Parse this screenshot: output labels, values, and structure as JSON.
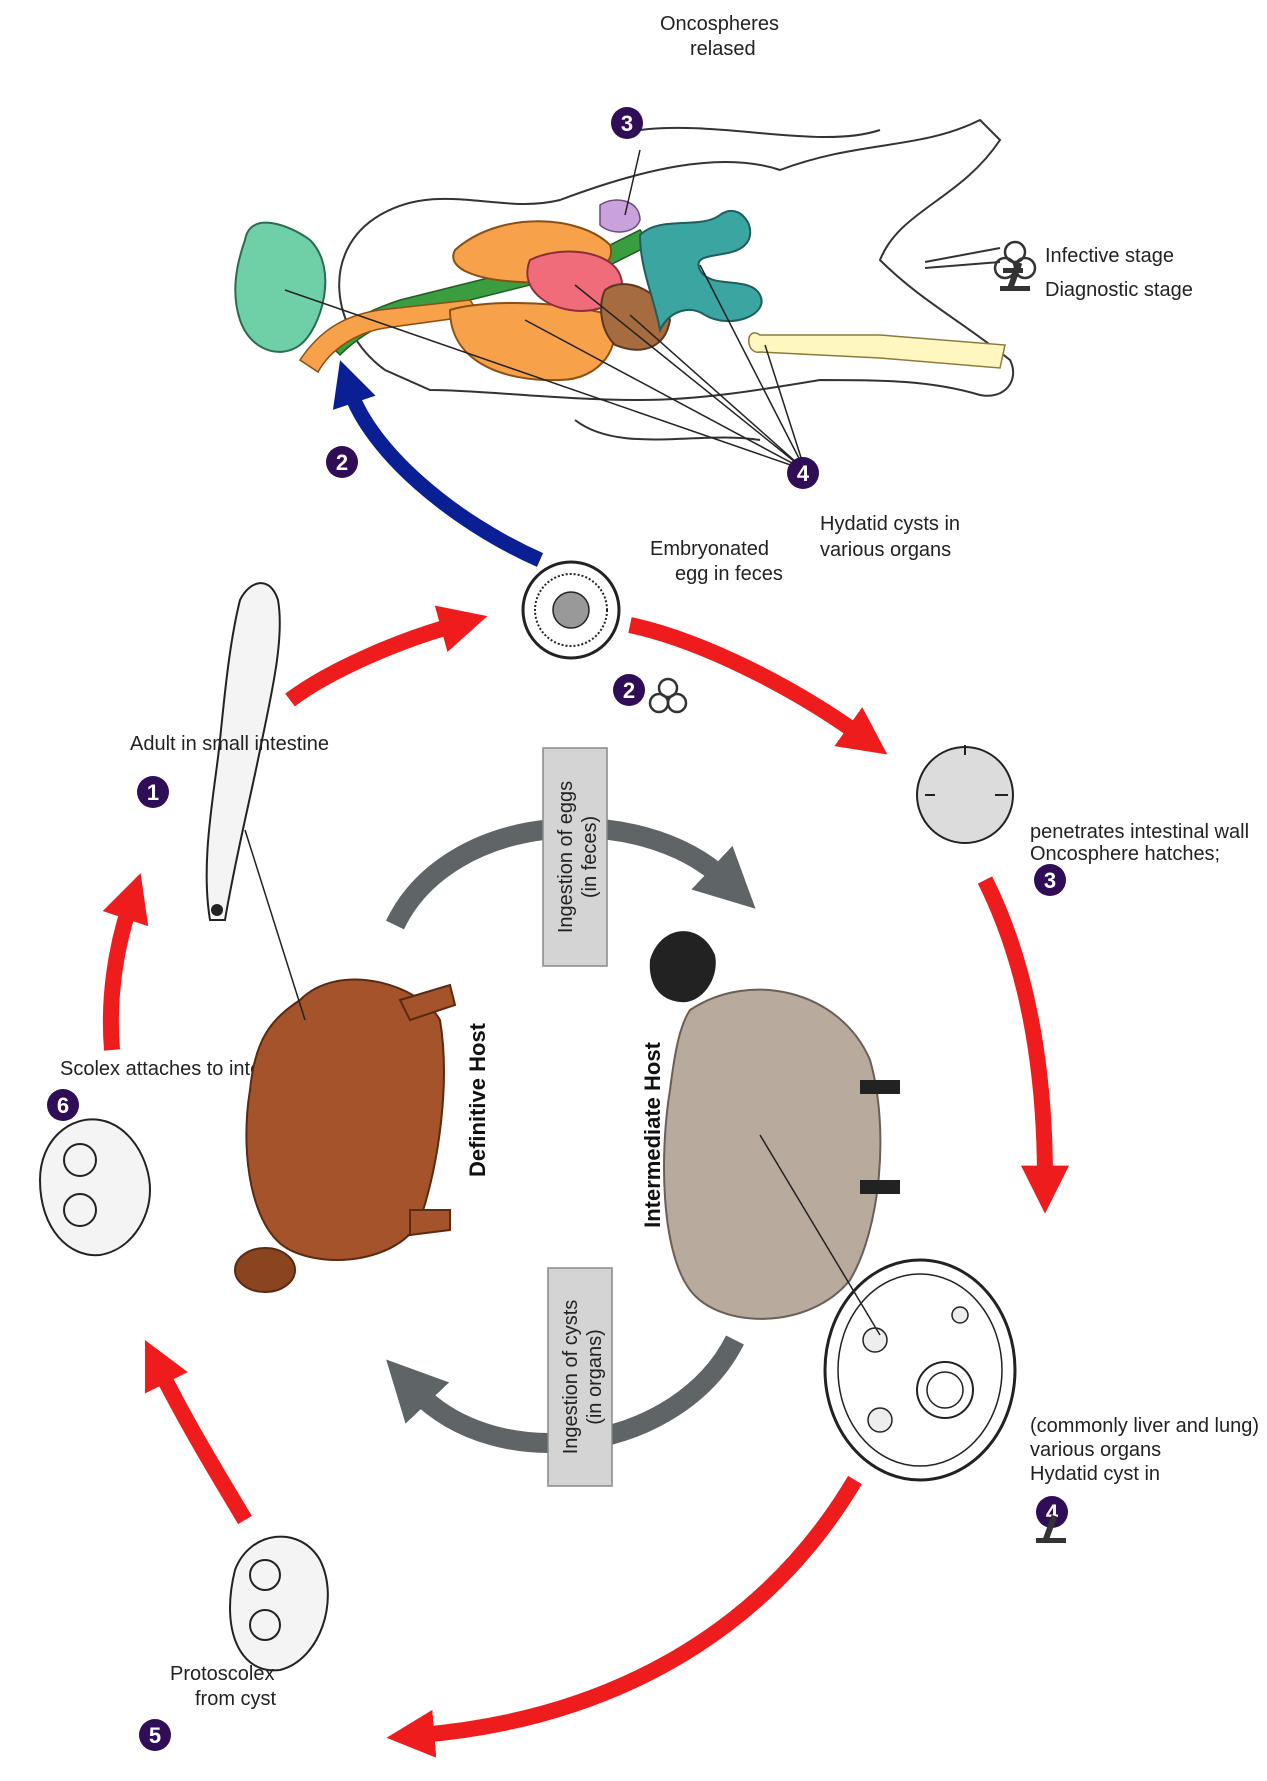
{
  "colors": {
    "cycle_arrow": "#ee1c1c",
    "host_arrow": "#5f6467",
    "human_arrow": "#0b1f95",
    "step_badge": "#2f0d57",
    "brain": "#6fd0a7",
    "lungs": "#f7a14b",
    "heart": "#f06c7a",
    "liver": "#a66b3f",
    "gallbladder": "#c9a2dc",
    "intestine": "#3aa5a1",
    "esophagus": "#3a9d3f",
    "bone": "#fff6c0",
    "dog": "#a4532a",
    "sheep": "#b8aa9d"
  },
  "steps": {
    "s1": {
      "num": "1",
      "text": "Adult in small intestine"
    },
    "s2": {
      "num": "2",
      "line1": "Embryonated",
      "line2": "egg in feces"
    },
    "s3": {
      "num": "3",
      "line1": "Oncosphere hatches;",
      "line2": "penetrates intestinal wall"
    },
    "s4": {
      "num": "4",
      "line1": "Hydatid cyst in",
      "line2": "various organs",
      "line3": "(commonly liver and lung)"
    },
    "s5": {
      "num": "5",
      "line1": "Protoscolex",
      "line2": "from cyst"
    },
    "s6": {
      "num": "6",
      "text": "Scolex attaches to intestine"
    },
    "h2": {
      "num": "2"
    },
    "h3": {
      "num": "3",
      "line1": "Oncospheres",
      "line2": "relased"
    },
    "h4": {
      "num": "4",
      "line1": "Hydatid cysts in",
      "line2": "various organs"
    }
  },
  "center": {
    "definitive_host": "Definitive Host",
    "intermediate_host": "Intermediate Host",
    "ingestion_eggs_1": "Ingestion of eggs",
    "ingestion_eggs_2": "(in feces)",
    "ingestion_cysts_1": "Ingestion of cysts",
    "ingestion_cysts_2": "(in organs)"
  },
  "legend": {
    "infective": "Infective stage",
    "diagnostic": "Diagnostic stage",
    "infective_icon": "biohazard-icon",
    "diagnostic_icon": "microscope-icon"
  }
}
